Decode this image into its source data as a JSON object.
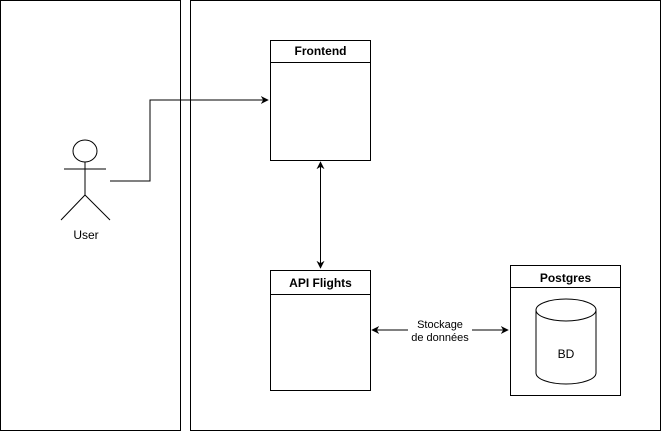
{
  "actor": {
    "label": "User"
  },
  "frontend": {
    "title": "Frontend"
  },
  "api": {
    "title": "API Flights"
  },
  "postgres": {
    "title": "Postgres",
    "db_label": "BD"
  },
  "edge_label": {
    "line1": "Stockage",
    "line2": "de données"
  },
  "colors": {
    "stroke": "#000000",
    "fill": "#ffffff"
  }
}
